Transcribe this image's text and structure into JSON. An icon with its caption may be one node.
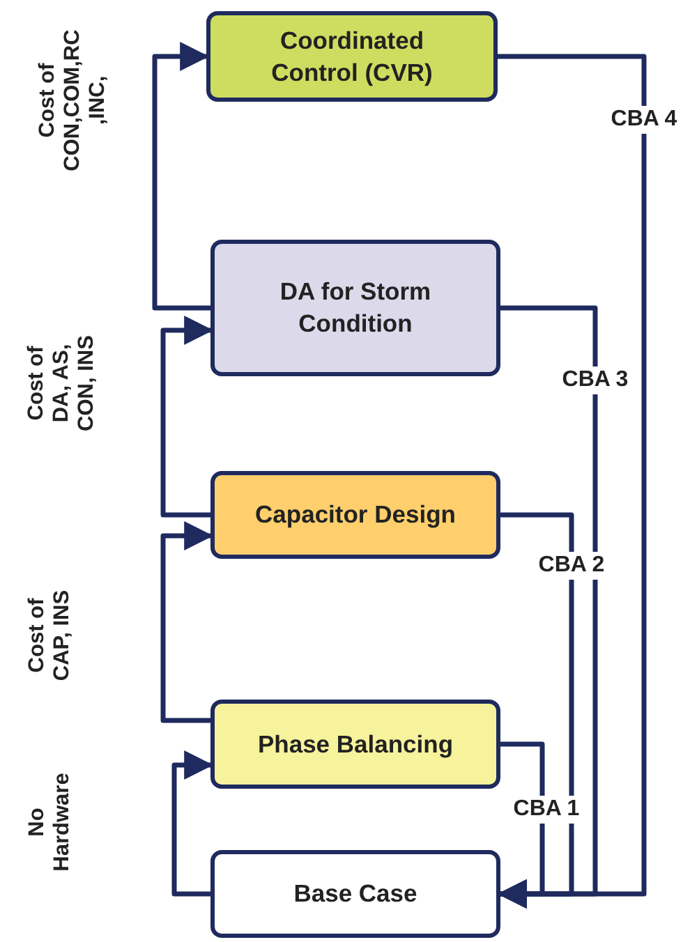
{
  "diagram": {
    "nodes": [
      {
        "text": [
          "Coordinated Control (CVR)"
        ]
      },
      {
        "text": [
          "DA for Storm Condition"
        ]
      },
      {
        "text": [
          "Capacitor Design"
        ]
      },
      {
        "text": [
          "Phase Balancing"
        ]
      },
      {
        "text": [
          "Base Case"
        ]
      }
    ],
    "edges": [
      {
        "from": 4,
        "to": 3,
        "arrow": "to"
      },
      {
        "from": 3,
        "to": 2,
        "arrow": "to"
      },
      {
        "from": 2,
        "to": 1,
        "arrow": "to"
      },
      {
        "from": 1,
        "to": 0,
        "arrow": "to"
      },
      {
        "from": 0,
        "to": 4,
        "arrow": "to",
        "label": "CBA 4"
      },
      {
        "from": 1,
        "to": 4,
        "arrow": "to",
        "label": "CBA 3"
      },
      {
        "from": 2,
        "to": 4,
        "arrow": "to",
        "label": "CBA 2"
      },
      {
        "from": 3,
        "to": 4,
        "arrow": "to",
        "label": "CBA 1"
      }
    ],
    "labels": [
      "Cost of CON,COM,RC ,INC,",
      "Cost of DA, AS, CON, INS",
      "Cost of CAP, INS",
      "No Hardware"
    ]
  }
}
